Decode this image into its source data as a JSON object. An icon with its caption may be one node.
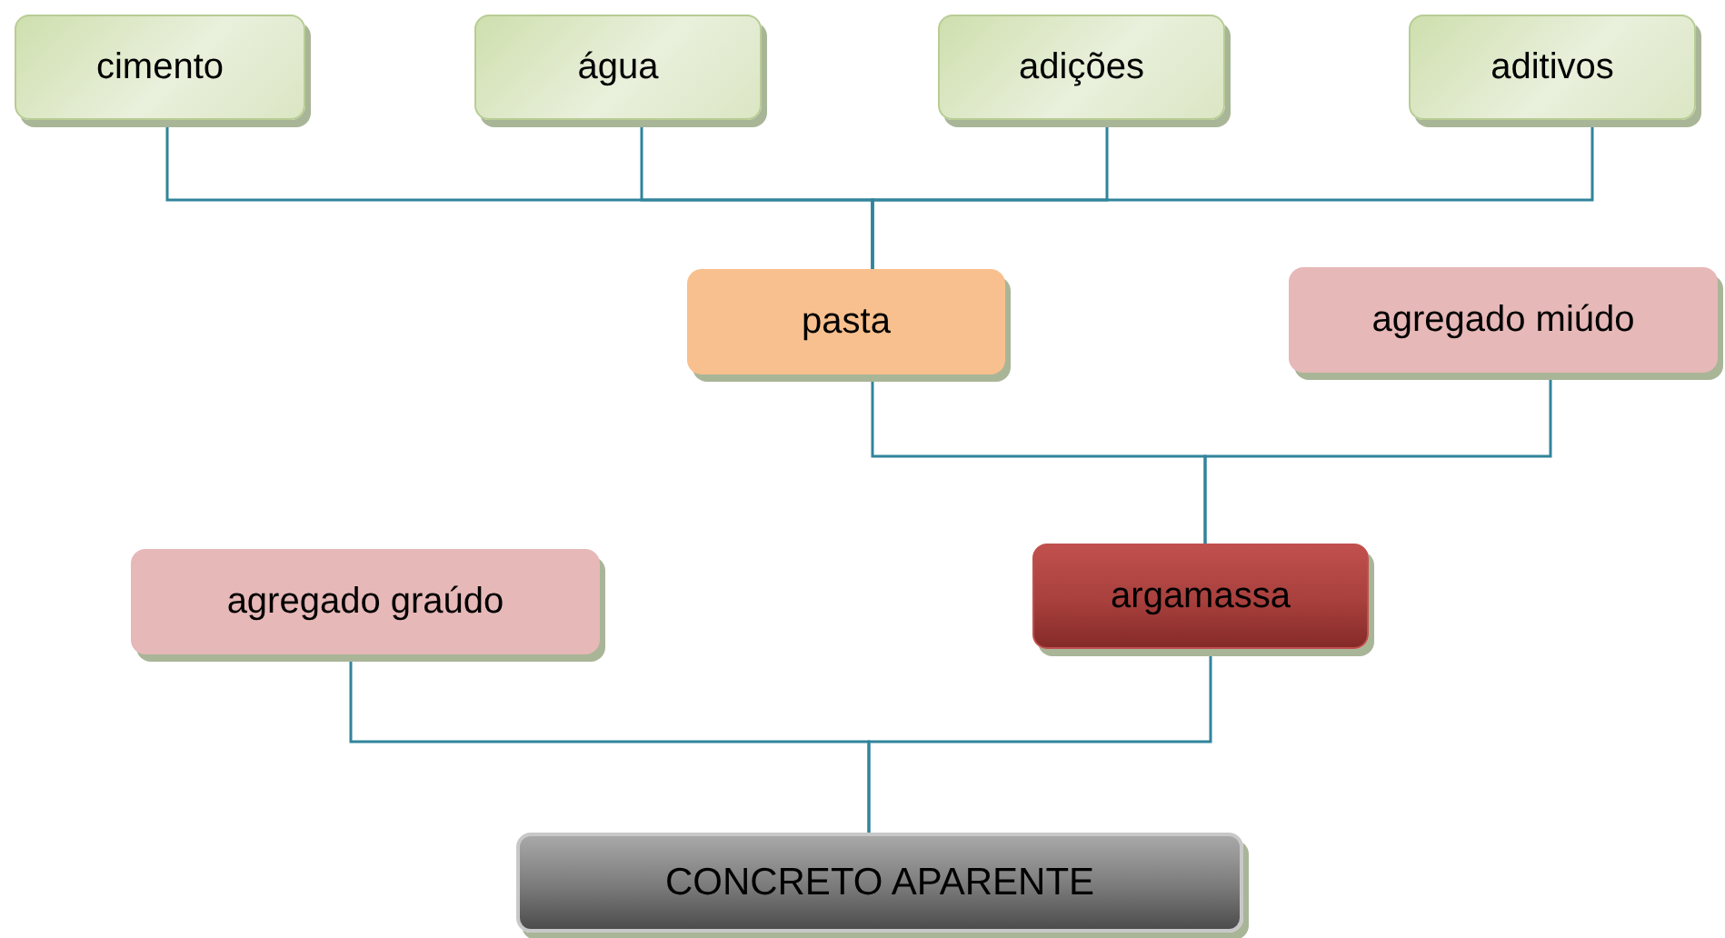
{
  "diagram": {
    "nodes": [
      {
        "text": [
          "cimento"
        ]
      },
      {
        "text": [
          "água"
        ]
      },
      {
        "text": [
          "adições"
        ]
      },
      {
        "text": [
          "aditivos"
        ]
      },
      {
        "text": [
          "pasta"
        ]
      },
      {
        "text": [
          "agregado miúdo"
        ]
      },
      {
        "text": [
          "agregado graúdo"
        ]
      },
      {
        "text": [
          "argamassa"
        ]
      },
      {
        "text": [
          "CONCRETO APARENTE"
        ]
      }
    ],
    "edges": [
      {
        "from": 0,
        "to": 4,
        "arrow": "none"
      },
      {
        "from": 1,
        "to": 4,
        "arrow": "none"
      },
      {
        "from": 2,
        "to": 4,
        "arrow": "none"
      },
      {
        "from": 3,
        "to": 4,
        "arrow": "none"
      },
      {
        "from": 4,
        "to": 7,
        "arrow": "none"
      },
      {
        "from": 5,
        "to": 7,
        "arrow": "none"
      },
      {
        "from": 6,
        "to": 8,
        "arrow": "none"
      },
      {
        "from": 7,
        "to": 8,
        "arrow": "none"
      }
    ]
  }
}
